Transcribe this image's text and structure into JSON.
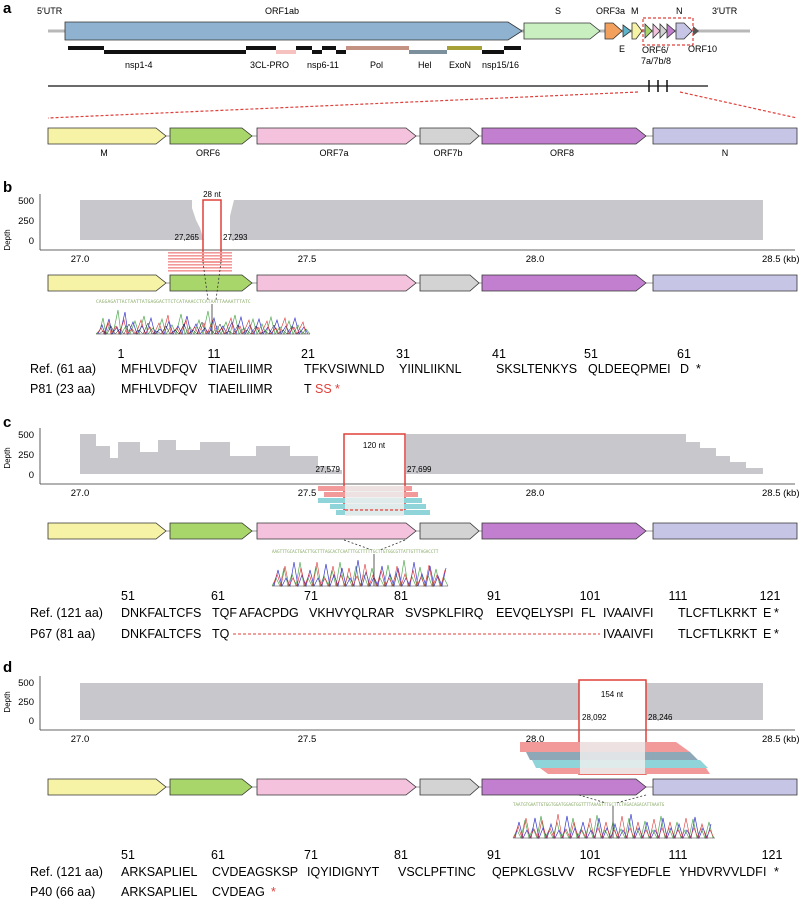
{
  "colors": {
    "M": "#f7f3a6",
    "ORF6": "#a8d66a",
    "ORF7a": "#f5c2dd",
    "ORF7b": "#d3d3d3",
    "ORF8": "#c27fd0",
    "N": "#c7c5e5",
    "ORF1ab": "#8fb2d0",
    "S": "#c9efc1",
    "ORF3a": "#f2a05c",
    "E": "#5eb4c8",
    "depth": "#c8c8cc",
    "highlight": "#e0403a",
    "read_red": "#f29a9a",
    "read_cyan": "#8fd4d8",
    "nsp_3CL": "#f6c2c0",
    "nsp_Pol": "#c49283",
    "nsp_Hel": "#7c8f9c",
    "nsp_ExoN": "#a5a137"
  },
  "panel_a": {
    "letter": "a",
    "labels": {
      "utr5": "5′UTR",
      "orf1ab": "ORF1ab",
      "s": "S",
      "orf3a": "ORF3a",
      "m": "M",
      "n": "N",
      "utr3": "3′UTR",
      "e": "E",
      "orf678": "ORF6/\n7a/7b/8",
      "orf10": "ORF10"
    },
    "nsp_labels": [
      "nsp1-4",
      "3CL-PRO",
      "nsp6-11",
      "Pol",
      "Hel",
      "ExoN",
      "nsp15/16"
    ],
    "zoom_genes": [
      "M",
      "ORF6",
      "ORF7a",
      "ORF7b",
      "ORF8",
      "N"
    ]
  },
  "panel_b": {
    "letter": "b",
    "ylabel": "Depth",
    "yticks": [
      "500",
      "250",
      "0"
    ],
    "xticks": [
      "27.0",
      "27.5",
      "28.0",
      "28.5 (kb)"
    ],
    "deletion_size": "28 nt",
    "coord_left": "27,265",
    "coord_right": "27,293",
    "trace_seq": "CAGGAGATTACTAATTATGAGGACTTCTCATAAACCTCATAATTAAAATTTATC",
    "positions": [
      "1",
      "11",
      "21",
      "31",
      "41",
      "51",
      "61"
    ],
    "ref_label": "Ref. (61 aa)",
    "ref_seq": [
      "MFHLVDFQV",
      "TIAEILIIMR",
      "TFKVSIWNLD",
      "YIINLIIKNL",
      "SKSLTENKYS",
      "QLDEEQPMEI",
      "D"
    ],
    "mut_label": "P81 (23 aa)",
    "mut_seq": [
      "MFHLVDFQV",
      "TIAEILIIMR",
      "T"
    ],
    "mut_red": "SS",
    "stop": "*"
  },
  "panel_c": {
    "letter": "c",
    "ylabel": "Depth",
    "yticks": [
      "500",
      "250",
      "0"
    ],
    "xticks": [
      "27.0",
      "27.5",
      "28.0",
      "28.5 (kb)"
    ],
    "deletion_size": "120 nt",
    "coord_left": "27,579",
    "coord_right": "27,699",
    "trace_seq": "AAGTTTGCACTGACTTGCTTTAGCACTCAATTTGCTTTTTGCTTGTGGCGTTATTGTTTAGACCTT",
    "positions": [
      "51",
      "61",
      "71",
      "81",
      "91",
      "101",
      "111",
      "121"
    ],
    "ref_label": "Ref. (121 aa)",
    "ref_seq": [
      "DNKFALTCFS",
      "TQF",
      "AFACPDG",
      "VKHVYQLRAR",
      "SVSPKLFIRQ",
      "EEVQELYSPI",
      "FL",
      "IVAAIVFI",
      "TLCFTLKRKT",
      "E"
    ],
    "mut_label": "P67 (81 aa)",
    "mut_seq_left": [
      "DNKFALTCFS",
      "TQ"
    ],
    "mut_seq_right": [
      "IVAAIVFI",
      "TLCFTLKRKT",
      "E"
    ],
    "stop": "*"
  },
  "panel_d": {
    "letter": "d",
    "ylabel": "Depth",
    "yticks": [
      "500",
      "250",
      "0"
    ],
    "xticks": [
      "27.0",
      "27.5",
      "28.0",
      "28.5 (kb)"
    ],
    "deletion_size": "154 nt",
    "coord_left": "28,092",
    "coord_right": "28,246",
    "trace_seq": "TAATGTGAATTGTGGTGGATGGAGTGGTTTTAAAGTTTGCTTCTAGACAGACATTAAATG",
    "positions": [
      "51",
      "61",
      "71",
      "81",
      "91",
      "101",
      "111",
      "121"
    ],
    "ref_label": "Ref. (121 aa)",
    "ref_seq": [
      "ARKSAPLIEL",
      "CVDEAGSKSP",
      "IQYIDIGNYT",
      "VSCLPFTINC",
      "QEPKLGSLVV",
      "RCSFYEDFLE",
      "YHDVRVVLDF",
      "I"
    ],
    "mut_label": "P40 (66 aa)",
    "mut_seq": [
      "ARKSAPLIEL",
      "CVDEAG"
    ],
    "stop": "*"
  }
}
